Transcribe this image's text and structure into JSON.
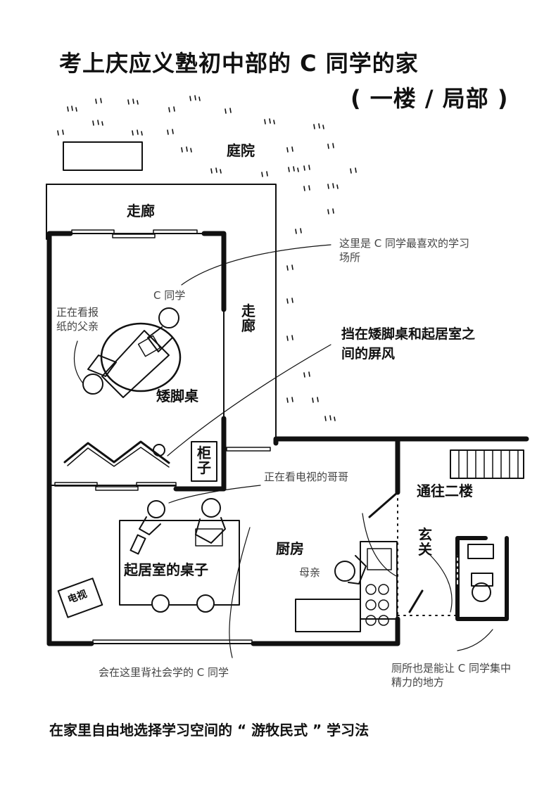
{
  "title": {
    "line1": "考上庆应义塾初中部的 C 同学的家",
    "line2": "( 一楼 / 局部 )"
  },
  "rooms": {
    "garden": "庭院",
    "corridor_top": "走廊",
    "corridor_side": "走廊",
    "low_table": "矮脚桌",
    "cabinet": "柜子",
    "stairs": "通往二楼",
    "entrance": "玄关",
    "kitchen": "厨房",
    "living_table": "起居室的桌子",
    "tv": "电视"
  },
  "people": {
    "c_student": "C 同学",
    "father": "正在看报纸的父亲",
    "mother": "母亲",
    "brother": "正在看电视的哥哥"
  },
  "annotations": {
    "favorite_spot": "这里是 C 同学最喜欢的学习场所",
    "screen": "挡在矮脚桌和起居室之间的屏风",
    "social_study": "会在这里背社会学的 C 同学",
    "toilet": "厕所也是能让 C 同学集中精力的地方"
  },
  "caption": "在家里自由地选择学习空间的 “ 游牧民式 ” 学习法"
}
